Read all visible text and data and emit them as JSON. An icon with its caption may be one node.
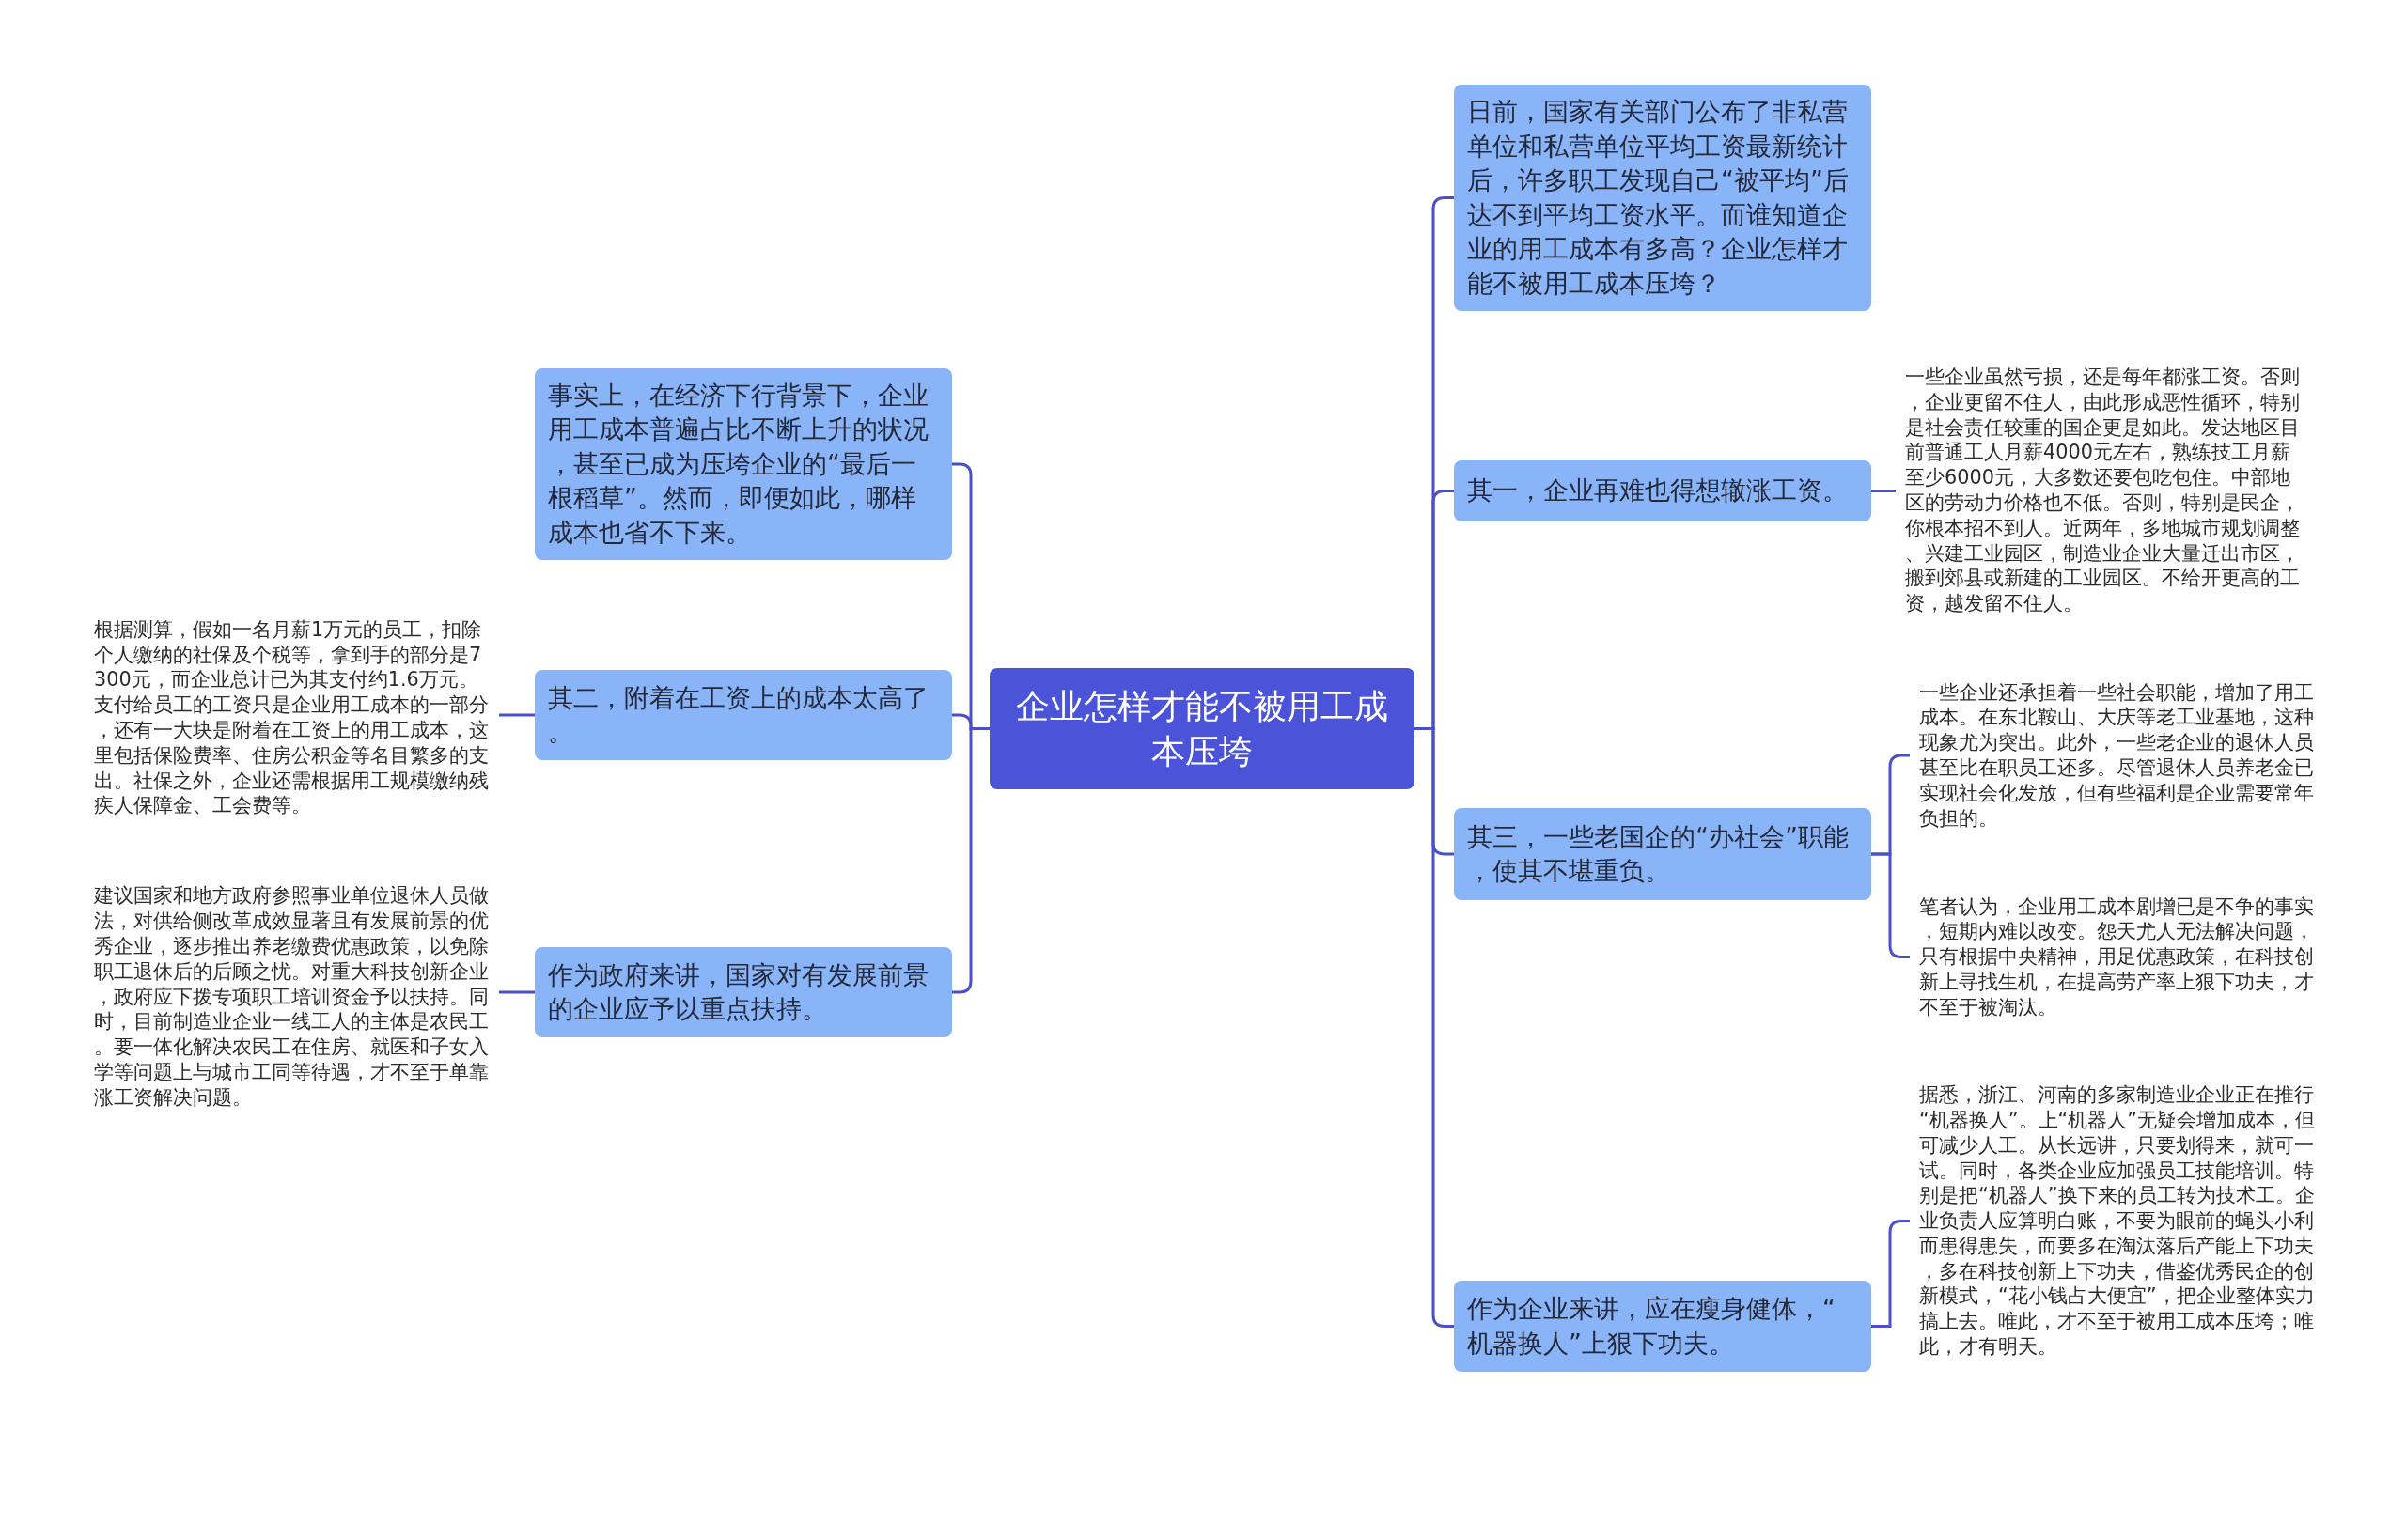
{
  "diagram": {
    "nodes": [
      {
        "text": [
          "企业怎样才能不被用工成本压垮"
        ]
      },
      {
        "text": [
          "日前，国家有关部门公布了非私营单位和私营单位平均工资最新统计后，许多职工发现自己“被平均”后达不到平均工资水平。而谁知道企业的用工成本有多高？企业怎样才能不被用工成本压垮？"
        ]
      },
      {
        "text": [
          "其一，企业再难也得想辙涨工资。"
        ]
      },
      {
        "text": [
          "一些企业虽然亏损，还是每年都涨工资。否则，企业更留不住人，由此形成恶性循环，特别是社会责任较重的国企更是如此。发达地区目前普通工人月薪4000元左右，熟练技工月薪至少6000元，大多数还要包吃包住。中部地区的劳动力价格也不低。否则，特别是民企，你根本招不到人。近两年，多地城市规划调整、兴建工业园区，制造业企业大量迁出市区，搬到郊县或新建的工业园区。不给开更高的工资，越发留不住人。"
        ]
      },
      {
        "text": [
          "其三，一些老国企的“办社会”职能，使其不堪重负。"
        ]
      },
      {
        "text": [
          "一些企业还承担着一些社会职能，增加了用工成本。在东北鞍山、大庆等老工业基地，这种现象尤为突出。此外，一些老企业的退休人员甚至比在职员工还多。尽管退休人员养老金已实现社会化发放，但有些福利是企业需要常年负担的。"
        ]
      },
      {
        "text": [
          "笔者认为，企业用工成本剧增已是不争的事实，短期内难以改变。怨天尤人无法解决问题，只有根据中央精神，用足优惠政策，在科技创新上寻找生机，在提高劳产率上狠下功夫，才不至于被淘汰。"
        ]
      },
      {
        "text": [
          "作为企业来讲，应在瘦身健体，“机器换人”上狠下功夫。"
        ]
      },
      {
        "text": [
          "据悉，浙江、河南的多家制造业企业正在推行“机器换人”。上“机器人”无疑会增加成本，但可减少人工。从长远讲，只要划得来，就可一试。同时，各类企业应加强员工技能培训。特别是把“机器人”换下来的员工转为技术工。企业负责人应算明白账，不要为眼前的蝇头小利而患得患失，而要多在淘汰落后产能上下功夫，多在科技创新上下功夫，借鉴优秀民企的创新模式，“花小钱占大便宜”，把企业整体实力搞上去。唯此，才不至于被用工成本压垮；唯此，才有明天。"
        ]
      },
      {
        "text": [
          "事实上，在经济下行背景下，企业用工成本普遍占比不断上升的状况，甚至已成为压垮企业的“最后一根稻草”。然而，即便如此，哪样成本也省不下来。"
        ]
      },
      {
        "text": [
          "其二，附着在工资上的成本太高了。"
        ]
      },
      {
        "text": [
          "根据测算，假如一名月薪1万元的员工，扣除个人缴纳的社保及个税等，拿到手的部分是7300元，而企业总计已为其支付约1.6万元。支付给员工的工资只是企业用工成本的一部分，还有一大块是附着在工资上的用工成本，这里包括保险费率、住房公积金等名目繁多的支出。社保之外，企业还需根据用工规模缴纳残疾人保障金、工会费等。"
        ]
      },
      {
        "text": [
          "作为政府来讲，国家对有发展前景的企业应予以重点扶持。"
        ]
      },
      {
        "text": [
          "建议国家和地方政府参照事业单位退休人员做法，对供给侧改革成效显著且有发展前景的优秀企业，逐步推出养老缴费优惠政策，以免除职工退休后的后顾之忧。对重大科技创新企业，政府应下拨专项职工培训资金予以扶持。同时，目前制造业企业一线工人的主体是农民工。要一体化解决农民工在住房、就医和子女入学等问题上与城市工同等待遇，才不至于单靠涨工资解决问题。"
        ]
      }
    ],
    "edges": [
      {
        "from": 0,
        "to": 1,
        "arrow": "none"
      },
      {
        "from": 0,
        "to": 2,
        "arrow": "none"
      },
      {
        "from": 2,
        "to": 3,
        "arrow": "none"
      },
      {
        "from": 0,
        "to": 4,
        "arrow": "none"
      },
      {
        "from": 4,
        "to": 5,
        "arrow": "none"
      },
      {
        "from": 4,
        "to": 6,
        "arrow": "none"
      },
      {
        "from": 0,
        "to": 7,
        "arrow": "none"
      },
      {
        "from": 7,
        "to": 8,
        "arrow": "none"
      },
      {
        "from": 0,
        "to": 9,
        "arrow": "none"
      },
      {
        "from": 0,
        "to": 10,
        "arrow": "none"
      },
      {
        "from": 10,
        "to": 11,
        "arrow": "none"
      },
      {
        "from": 0,
        "to": 12,
        "arrow": "none"
      },
      {
        "from": 12,
        "to": 13,
        "arrow": "none"
      }
    ]
  }
}
